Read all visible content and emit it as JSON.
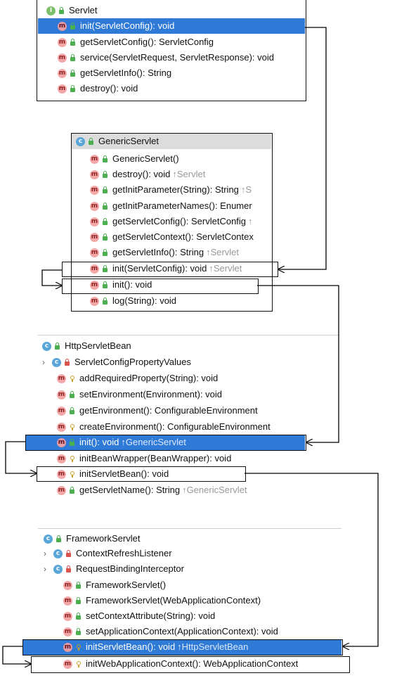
{
  "servlet": {
    "title": "Servlet",
    "methods": [
      {
        "text": "init(ServletConfig): void"
      },
      {
        "text": "getServletConfig(): ServletConfig"
      },
      {
        "text": "service(ServletRequest, ServletResponse): void"
      },
      {
        "text": "getServletInfo(): String"
      },
      {
        "text": "destroy(): void"
      }
    ]
  },
  "generic": {
    "title": "GenericServlet",
    "methods": [
      {
        "text": "GenericServlet()",
        "inherit": ""
      },
      {
        "text": "destroy(): void",
        "inherit": "↑Servlet"
      },
      {
        "text": "getInitParameter(String): String",
        "inherit": "↑S"
      },
      {
        "text": "getInitParameterNames(): Enumer",
        "inherit": ""
      },
      {
        "text": "getServletConfig(): ServletConfig",
        "inherit": "↑"
      },
      {
        "text": "getServletContext(): ServletContex",
        "inherit": ""
      },
      {
        "text": "getServletInfo(): String",
        "inherit": "↑Servlet"
      },
      {
        "text": "init(ServletConfig): void",
        "inherit": "↑Servlet"
      },
      {
        "text": "init(): void",
        "inherit": ""
      },
      {
        "text": "log(String): void",
        "inherit": ""
      }
    ]
  },
  "httpbean": {
    "title": "HttpServletBean",
    "inner": "ServletConfigPropertyValues",
    "methods": [
      {
        "text": "addRequiredProperty(String): void",
        "inherit": ""
      },
      {
        "text": "setEnvironment(Environment): void",
        "inherit": ""
      },
      {
        "text": "getEnvironment(): ConfigurableEnvironment",
        "inherit": ""
      },
      {
        "text": "createEnvironment(): ConfigurableEnvironment",
        "inherit": ""
      },
      {
        "text": "init(): void",
        "inherit": "↑GenericServlet"
      },
      {
        "text": "initBeanWrapper(BeanWrapper): void",
        "inherit": ""
      },
      {
        "text": "initServletBean(): void",
        "inherit": ""
      },
      {
        "text": "getServletName(): String",
        "inherit": "↑GenericServlet"
      }
    ]
  },
  "framework": {
    "title": "FrameworkServlet",
    "inner": [
      "ContextRefreshListener",
      "RequestBindingInterceptor"
    ],
    "methods": [
      {
        "text": "FrameworkServlet()",
        "inherit": ""
      },
      {
        "text": "FrameworkServlet(WebApplicationContext)",
        "inherit": ""
      },
      {
        "text": "setContextAttribute(String): void",
        "inherit": ""
      },
      {
        "text": "setApplicationContext(ApplicationContext): void",
        "inherit": ""
      },
      {
        "text": "initServletBean(): void",
        "inherit": "↑HttpServletBean"
      },
      {
        "text": "initWebApplicationContext(): WebApplicationContext",
        "inherit": ""
      }
    ]
  },
  "icons": {
    "method": "method-icon",
    "class": "class-icon",
    "interface": "interface-icon",
    "public": "public-lock-icon",
    "protected": "protected-key-icon",
    "private": "private-lock-icon",
    "expand": "chevron-right-icon"
  },
  "colors": {
    "selection": "#2f7ad6",
    "arrow": "#000000"
  }
}
